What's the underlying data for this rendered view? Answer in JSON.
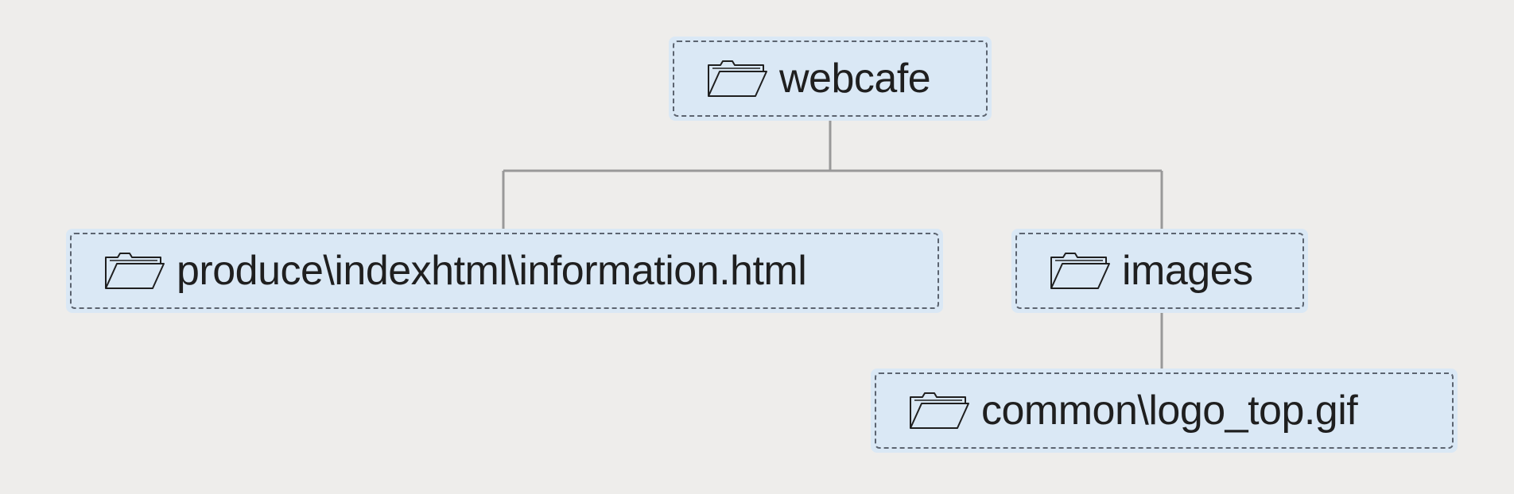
{
  "diagram": {
    "nodes": [
      {
        "id": "webcafe",
        "label": "webcafe",
        "icon": "folder-open-icon"
      },
      {
        "id": "produce",
        "label": "produce\\indexhtml\\information.html",
        "icon": "folder-open-icon"
      },
      {
        "id": "images",
        "label": "images",
        "icon": "folder-open-icon"
      },
      {
        "id": "common",
        "label": "common\\logo_top.gif",
        "icon": "folder-open-icon"
      }
    ],
    "edges": [
      {
        "from": "webcafe",
        "to": "produce"
      },
      {
        "from": "webcafe",
        "to": "images"
      },
      {
        "from": "images",
        "to": "common"
      }
    ]
  },
  "colors": {
    "background": "#eeedeb",
    "node_fill": "#dae8f5",
    "node_border": "#5c6470",
    "connector": "#999999",
    "text": "#1f1f1f"
  }
}
